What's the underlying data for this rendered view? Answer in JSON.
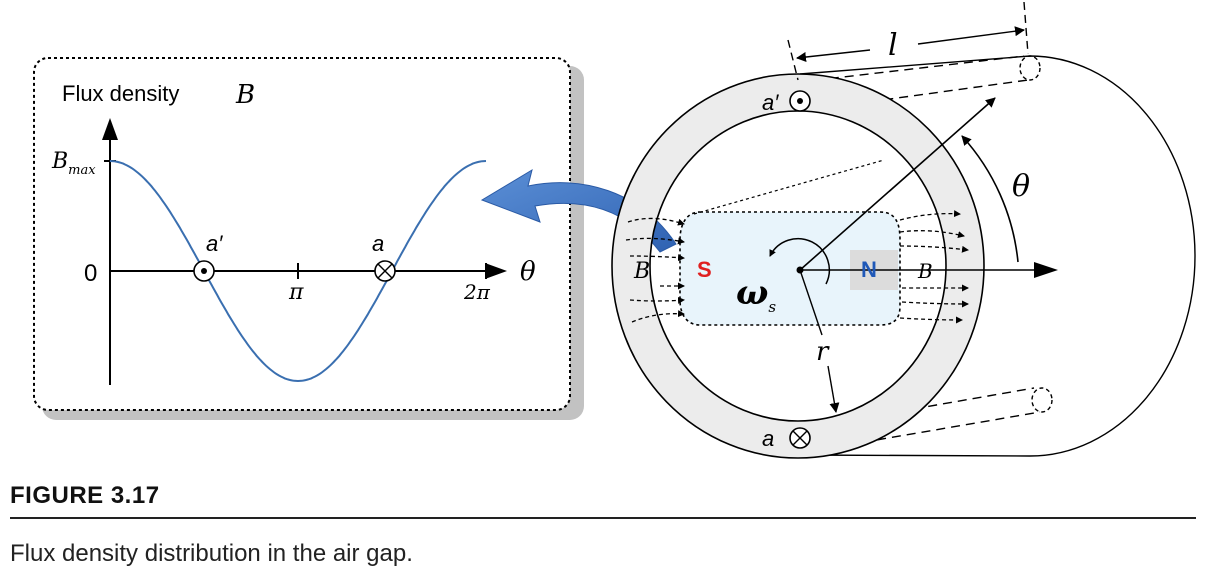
{
  "figure": {
    "plot": {
      "title": "Flux density",
      "title_symbol": "B",
      "y_max_label": "B",
      "y_max_sub": "max",
      "y_zero_label": "0",
      "x_pi_label": "π",
      "x_2pi_label": "2π",
      "x_axis_symbol": "θ",
      "marker_a_prime": "a′",
      "marker_a": "a"
    },
    "machine": {
      "length_label": "l",
      "angle_label": "θ",
      "speed_symbol": "ω",
      "speed_sub": "s",
      "radius_label": "r",
      "south_pole": "S",
      "north_pole": "N",
      "flux_left": "B",
      "flux_right": "B",
      "conductor_top": "a′",
      "conductor_bottom": "a"
    },
    "colors": {
      "curve": "#3a6fb0",
      "arrow": "#3a72c4",
      "south": "#e02020",
      "north": "#1f58b8",
      "rotor_fill": "#e8f4fb",
      "stator_fill": "#ececec"
    }
  },
  "caption": {
    "label": "FIGURE 3.17",
    "text": "Flux density distribution in the air gap."
  }
}
